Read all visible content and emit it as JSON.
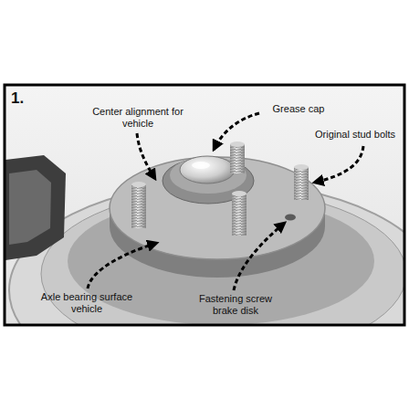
{
  "diagram": {
    "labels": [
      "1.",
      "Center alignment for vehicle",
      "Grease cap",
      "Original stud bolts",
      "Axle bearing surface vehicle",
      "Fastening screw brake disk"
    ]
  }
}
